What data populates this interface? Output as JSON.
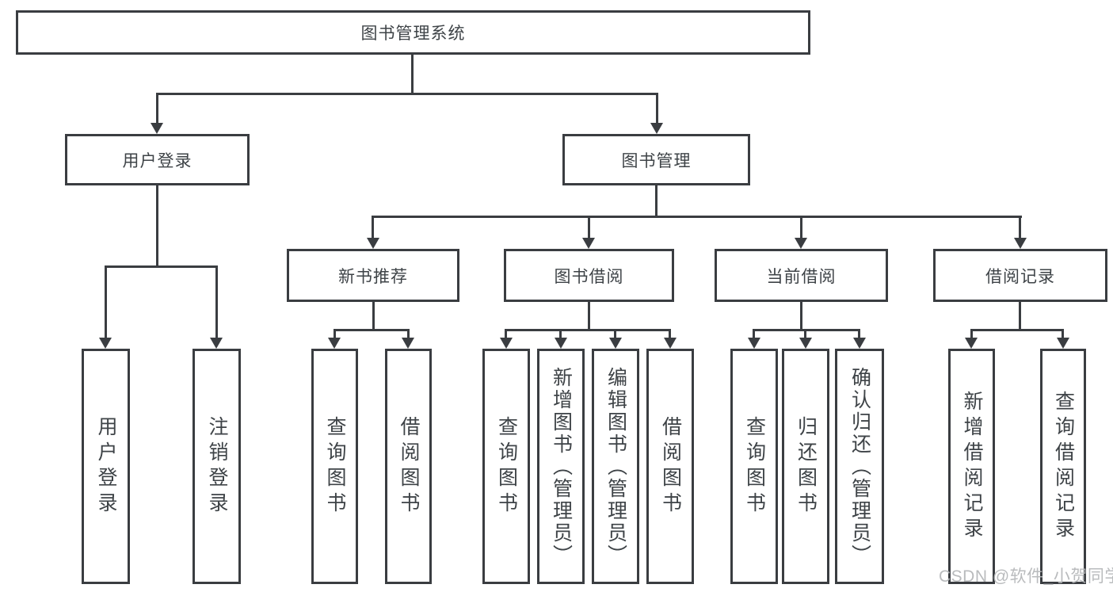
{
  "tree": {
    "root": {
      "label": "图书管理系统"
    },
    "user_login": {
      "label": "用户登录",
      "children": [
        {
          "label": "用户登录"
        },
        {
          "label": "注销登录"
        }
      ]
    },
    "book_mgmt": {
      "label": "图书管理",
      "sections": [
        {
          "label": "新书推荐",
          "children": [
            {
              "label": "查询图书"
            },
            {
              "label": "借阅图书"
            }
          ]
        },
        {
          "label": "图书借阅",
          "children": [
            {
              "label": "查询图书"
            },
            {
              "label": "新增图书（管理员）"
            },
            {
              "label": "编辑图书（管理员）"
            },
            {
              "label": "借阅图书"
            }
          ]
        },
        {
          "label": "当前借阅",
          "children": [
            {
              "label": "查询图书"
            },
            {
              "label": "归还图书"
            },
            {
              "label": "确认归还（管理员）"
            }
          ]
        },
        {
          "label": "借阅记录",
          "children": [
            {
              "label": "新增借阅记录"
            },
            {
              "label": "查询借阅记录"
            }
          ]
        }
      ]
    }
  },
  "colors": {
    "line": "#3a3d41",
    "text": "#3e4347",
    "watermark": "#b4b6b8",
    "background": "#ffffff"
  },
  "watermark": {
    "text": "CSDN @软件_小贺同学"
  }
}
